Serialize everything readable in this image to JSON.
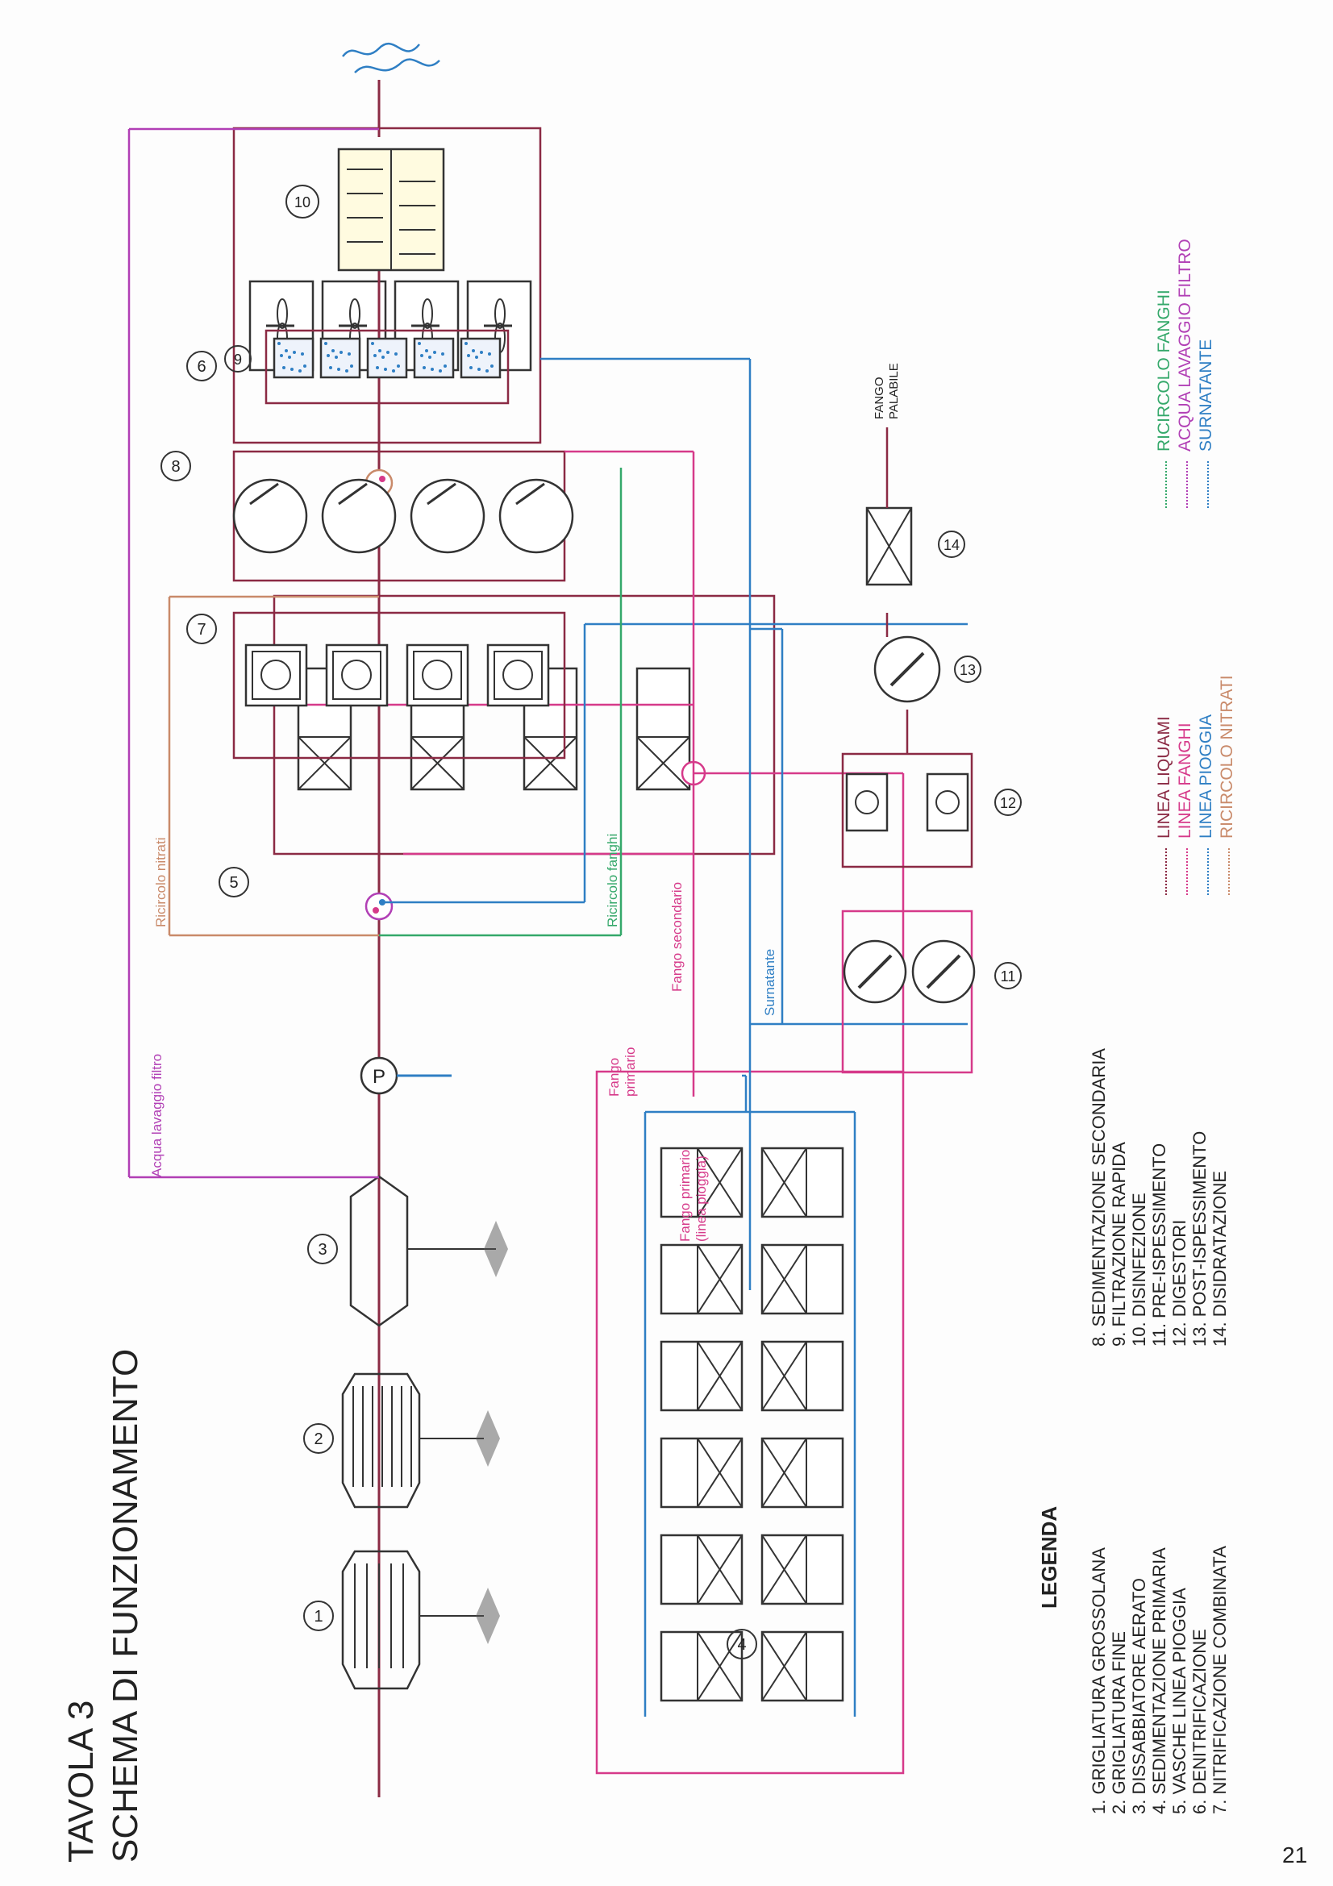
{
  "title": {
    "line1": "TAVOLA 3",
    "line2": "SCHEMA DI FUNZIONAMENTO"
  },
  "page_number": "21",
  "legenda": {
    "heading": "LEGENDA",
    "col1": [
      "1. GRIGLIATURA GROSSOLANA",
      "2. GRIGLIATURA FINE",
      "3. DISSABBIATORE AERATO",
      "4. SEDIMENTAZIONE PRIMARIA",
      "5. VASCHE LINEA PIOGGIA",
      "6. DENITRIFICAZIONE",
      "7. NITRIFICAZIONE COMBINATA"
    ],
    "col2": [
      "8. SEDIMENTAZIONE SECONDARIA",
      "9. FILTRAZIONE RAPIDA",
      "10. DISINFEZIONE",
      "11. PRE-ISPESSIMENTO",
      "12. DIGESTORI",
      "13. POST-ISPESSIMENTO",
      "14. DISIDRATAZIONE"
    ]
  },
  "line_legend": {
    "a": [
      {
        "label": "LINEA LIQUAMI",
        "color": "#8b2a44"
      },
      {
        "label": "LINEA FANGHI",
        "color": "#d63a8a"
      },
      {
        "label": "LINEA PIOGGIA",
        "color": "#2f7fc4"
      },
      {
        "label": "RICIRCOLO NITRATI",
        "color": "#c98a6a"
      }
    ],
    "b": [
      {
        "label": "RICIRCOLO FANGHI",
        "color": "#34a86a"
      },
      {
        "label": "ACQUA LAVAGGIO FILTRO",
        "color": "#b13fb5"
      },
      {
        "label": "SURNATANTE",
        "color": "#2f7fc4"
      }
    ]
  },
  "pipe_labels": {
    "acqua_lavaggio": "Acqua lavaggio filtro",
    "ricircolo_nitrati": "Ricircolo nitrati",
    "ricircolo_fanghi": "Ricircolo fanghi",
    "fango_secondario": "Fango secondario",
    "surnatante": "Surnatante",
    "fango_primario_1": "Fango",
    "fango_primario_2": "primario",
    "fango_pioggia_1": "Fango primario",
    "fango_pioggia_2": "(linea pioggia)",
    "fango_palabile_1": "FANGO",
    "fango_palabile_2": "PALABILE"
  },
  "pump_label": "P",
  "unit_numbers": [
    "1",
    "2",
    "3",
    "4",
    "5",
    "6",
    "7",
    "8",
    "9",
    "10",
    "11",
    "12",
    "13",
    "14"
  ],
  "colors": {
    "liquami": "#8b2a44",
    "fanghi": "#d63a8a",
    "pioggia": "#2f7fc4",
    "nitrati": "#c98a6a",
    "ricircolo_fanghi": "#34a86a",
    "lavaggio": "#b13fb5"
  }
}
